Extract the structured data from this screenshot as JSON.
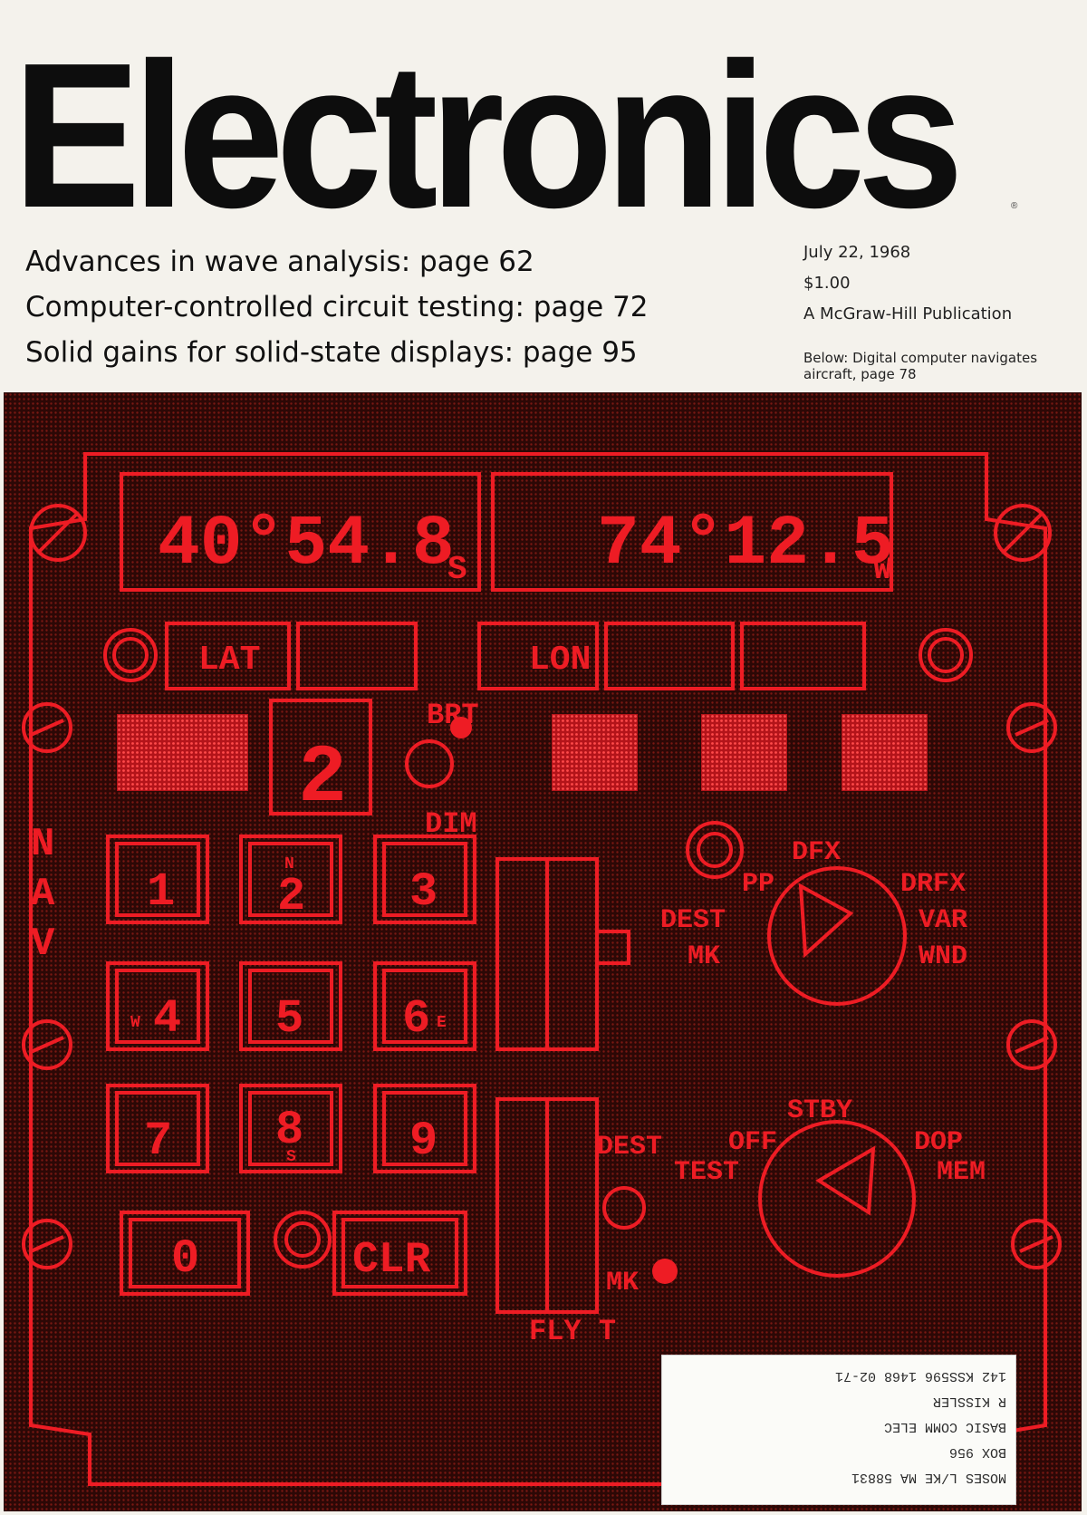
{
  "magazine": {
    "title": "Electronics",
    "registered_mark": "®"
  },
  "headlines": [
    "Advances in wave analysis: page 62",
    "Computer-controlled circuit testing: page 72",
    "Solid gains for solid-state displays: page 95"
  ],
  "issue": {
    "date": "July 22, 1968",
    "price": "$1.00",
    "publisher": "A McGraw-Hill Publication"
  },
  "cover_caption": "Below: Digital computer navigates aircraft, page 78",
  "panel": {
    "lat_readout": "40°54.8",
    "lat_hemisphere": "S",
    "lon_readout": "74°12.5",
    "lon_hemisphere": "W",
    "lat_label": "LAT",
    "lon_label": "LON",
    "digit_display": "2",
    "brt_label": "BRT",
    "dim_label": "DIM",
    "side_label": "NAV",
    "keys": [
      "1",
      "2",
      "3",
      "4",
      "5",
      "6",
      "7",
      "8",
      "9",
      "0",
      "CLR"
    ],
    "key_subs": {
      "k2": "N",
      "k4": "W",
      "k6": "E",
      "k8": "S"
    },
    "upper_dial": [
      "DFX",
      "PP",
      "DRFX",
      "VAR",
      "WND",
      "DEST",
      "MK"
    ],
    "lower_dial": [
      "STBY",
      "OFF",
      "DOP",
      "TEST",
      "MEM"
    ],
    "lower_switch": [
      "DEST",
      "MK"
    ],
    "fly_to": "FLY T"
  },
  "mailing_label": [
    "MOSES L/KE MA 58831",
    "BOX 956",
    "BASIC COMM ELEC",
    "R KISSLER",
    "142 KSS596 1468 02-71"
  ],
  "colors": {
    "panel_red": "#ee1c24",
    "panel_bg": "#3a0d0a",
    "ink": "#0d0d0d"
  }
}
